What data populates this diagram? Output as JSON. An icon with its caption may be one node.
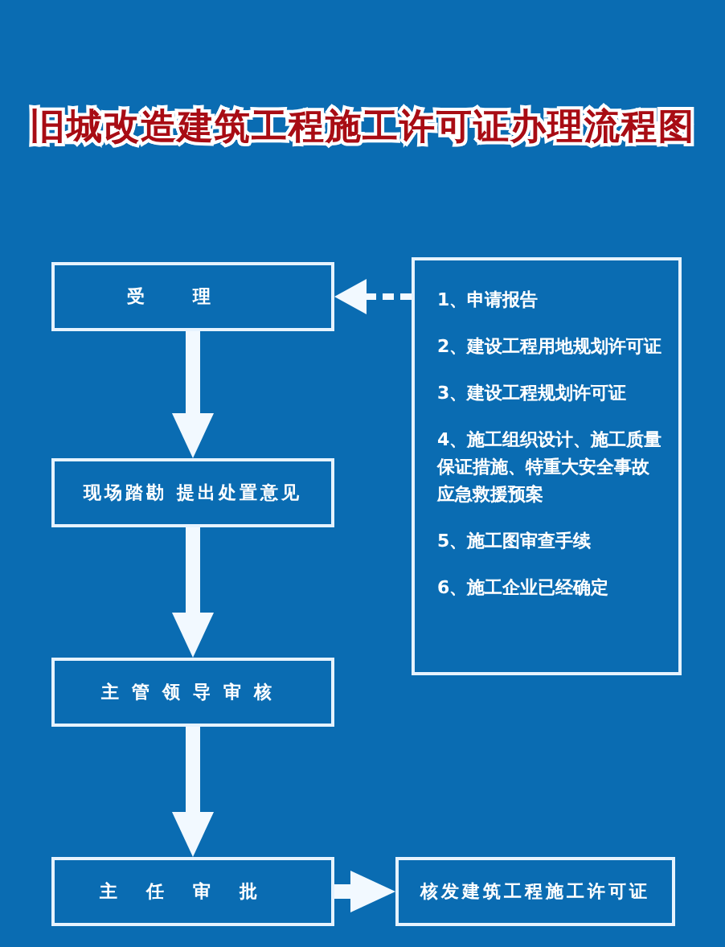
{
  "diagram": {
    "title": "旧城改造建筑工程施工许可证办理流程图",
    "nodes": [
      {
        "text": [
          "受理"
        ]
      },
      {
        "text": [
          "1、申请报告",
          "2、建设工程用地规划许可证",
          "3、建设工程规划许可证",
          "4、施工组织设计、施工质量保证措施、特重大安全事故应急救援预案",
          "5、施工图审查手续",
          "6、施工企业已经确定"
        ]
      },
      {
        "text": [
          "现场踏勘 提出处置意见"
        ]
      },
      {
        "text": [
          "主管领导审核"
        ]
      },
      {
        "text": [
          "主任审批"
        ]
      },
      {
        "text": [
          "核发建筑工程施工许可证"
        ]
      }
    ],
    "edges": [
      {
        "from": 0,
        "to": 2,
        "arrow": "to"
      },
      {
        "from": 2,
        "to": 3,
        "arrow": "to"
      },
      {
        "from": 3,
        "to": 4,
        "arrow": "to"
      },
      {
        "from": 4,
        "to": 5,
        "arrow": "to"
      },
      {
        "from": 1,
        "to": 0,
        "arrow": "to",
        "style": "dashed"
      }
    ]
  }
}
